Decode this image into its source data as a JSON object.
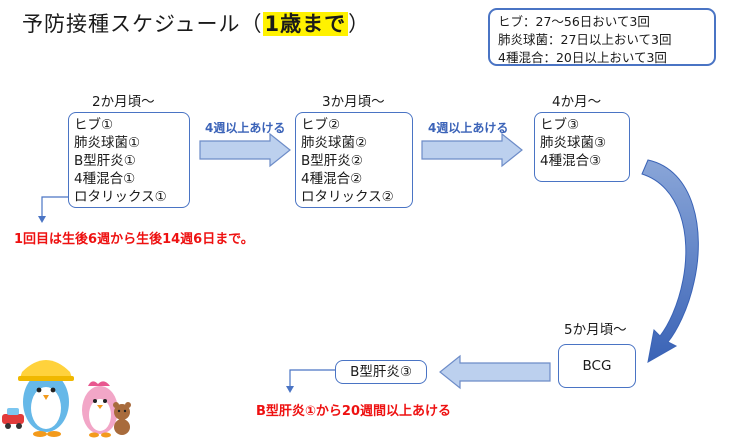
{
  "title": {
    "prefix": "予防接種スケジュール（",
    "highlight": "1歳まで",
    "suffix": "）"
  },
  "note": {
    "lines": [
      "ヒブ：27〜56日おいて3回",
      "肺炎球菌：27日以上おいて3回",
      "4種混合：20日以上おいて3回"
    ]
  },
  "stages": [
    {
      "label": "2か月頃〜",
      "items": [
        "ヒブ①",
        "肺炎球菌①",
        "B型肝炎①",
        "4種混合①",
        "ロタリックス①"
      ]
    },
    {
      "label": "3か月頃〜",
      "items": [
        "ヒブ②",
        "肺炎球菌②",
        "B型肝炎②",
        "4種混合②",
        "ロタリックス②"
      ]
    },
    {
      "label": "4か月〜",
      "items": [
        "ヒブ③",
        "肺炎球菌③",
        "4種混合③"
      ]
    },
    {
      "label": "5か月頃〜",
      "items": [
        "BCG"
      ]
    }
  ],
  "hepb3": {
    "label": "B型肝炎③"
  },
  "arrows": {
    "gap1": "4週以上あける",
    "gap2": "4週以上あける"
  },
  "notes_red": {
    "rota": "1回目は生後6週から生後14週6日まで。",
    "hepb": "B型肝炎①から20週間以上あける"
  },
  "colors": {
    "box_border": "#4a74c4",
    "arrow_fill": "#bcd0ee",
    "accent_text": "#3b63b8",
    "warning": "#ee1111",
    "highlight": "#fff200"
  }
}
